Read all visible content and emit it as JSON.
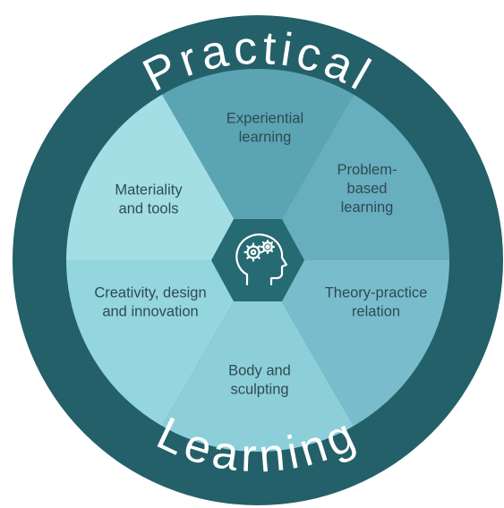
{
  "title_top": "Practical",
  "title_bottom": "Learning",
  "colors": {
    "ring": "#236069",
    "center": "#266a73",
    "text": "#2f4a52",
    "ring_text": "#ffffff"
  },
  "center_icon": "head-with-gears-icon",
  "segments": [
    {
      "id": "experiential",
      "lines": [
        "Experiential",
        "learning"
      ],
      "color": "#5ba4b3"
    },
    {
      "id": "problem",
      "lines": [
        "Problem-",
        "based",
        "learning"
      ],
      "color": "#67aebf"
    },
    {
      "id": "theory",
      "lines": [
        "Theory-practice",
        "relation"
      ],
      "color": "#79bdcc"
    },
    {
      "id": "body",
      "lines": [
        "Body and",
        "sculpting"
      ],
      "color": "#8ccfd9"
    },
    {
      "id": "creativity",
      "lines": [
        "Creativity, design",
        "and innovation"
      ],
      "color": "#94d6de"
    },
    {
      "id": "materiality",
      "lines": [
        "Materiality",
        "and tools"
      ],
      "color": "#a3dee5"
    }
  ]
}
